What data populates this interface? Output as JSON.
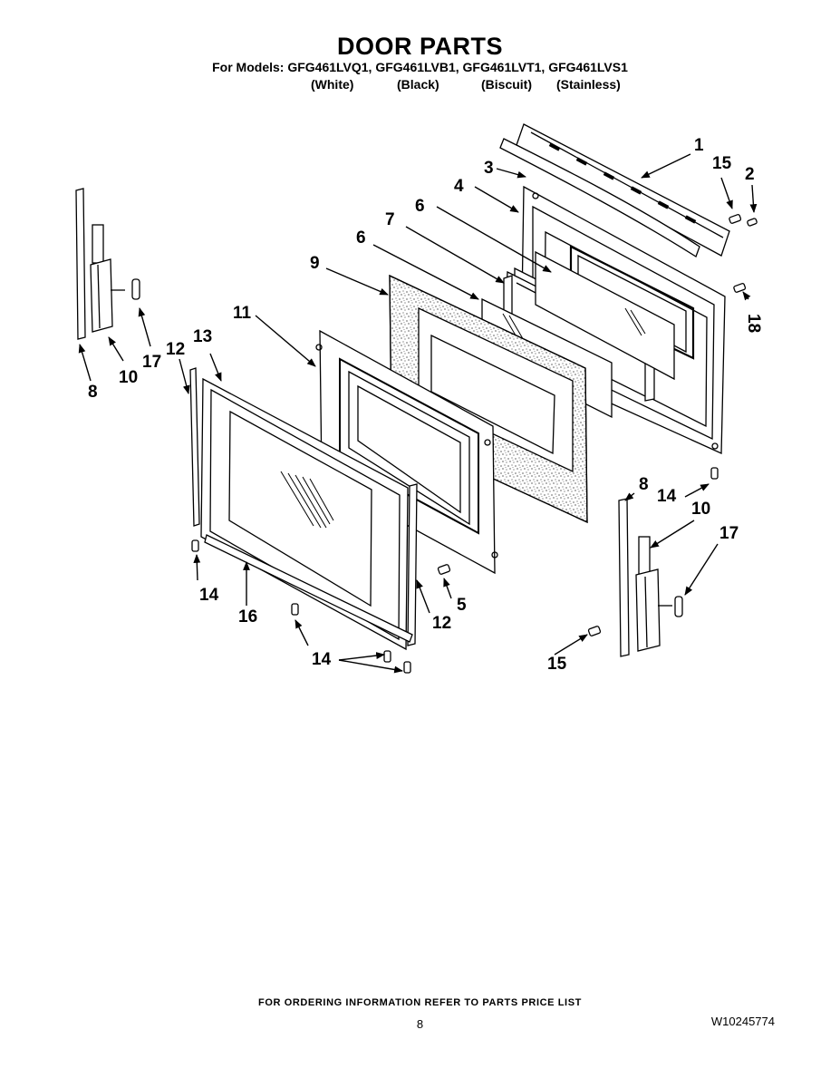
{
  "header": {
    "title": "DOOR PARTS",
    "models_line": "For Models: GFG461LVQ1, GFG461LVB1, GFG461LVT1, GFG461LVS1",
    "finishes": [
      "(White)",
      "(Black)",
      "(Biscuit)",
      "(Stainless)"
    ]
  },
  "callouts": {
    "c1": "1",
    "c2": "2",
    "c3": "3",
    "c4": "4",
    "c5": "5",
    "c6a": "6",
    "c6b": "6",
    "c7": "7",
    "c8a": "8",
    "c8b": "8",
    "c9": "9",
    "c10a": "10",
    "c10b": "10",
    "c11": "11",
    "c12a": "12",
    "c12b": "12",
    "c13": "13",
    "c14a": "14",
    "c14b": "14",
    "c14c": "14",
    "c15a": "15",
    "c15b": "15",
    "c16": "16",
    "c17a": "17",
    "c17b": "17",
    "c18": "18"
  },
  "footer": {
    "ordering_note": "FOR ORDERING INFORMATION REFER TO PARTS PRICE LIST",
    "page_number": "8",
    "document_number": "W10245774"
  }
}
